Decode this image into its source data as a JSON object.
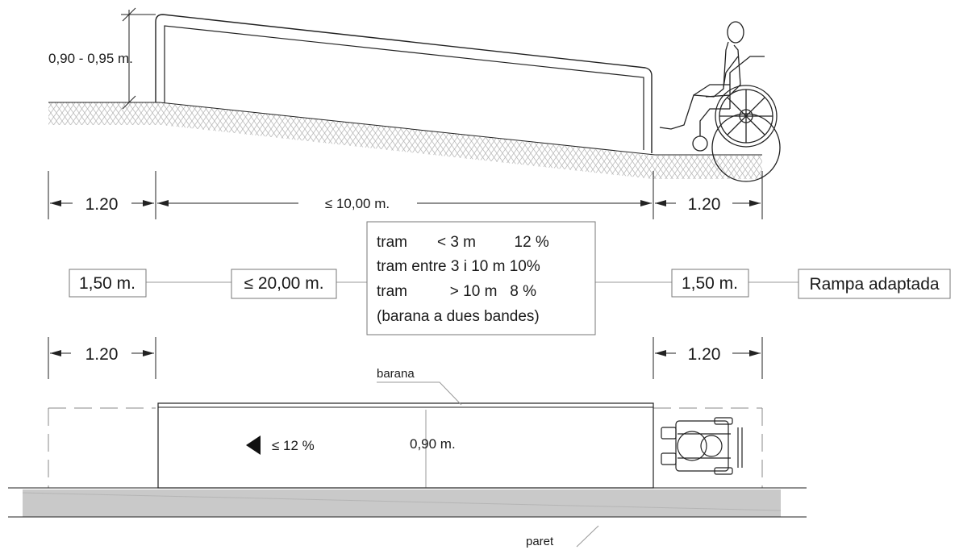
{
  "elevation": {
    "handrail_height": "0,90 - 0,95 m.",
    "landing_left": "1.20",
    "ramp_length": "≤ 10,00 m.",
    "landing_right": "1.20"
  },
  "spec": {
    "left_landing_width": "1,50 m.",
    "max_ramp_length": "≤ 20,00 m.",
    "slope_rules": [
      "tram       < 3 m         12 %",
      "tram entre 3 i 10 m 10%",
      "tram          > 10 m   8 %",
      "(barana a dues bandes)"
    ],
    "right_landing_width": "1,50 m.",
    "title": "Rampa adaptada"
  },
  "plan": {
    "landing_left": "1.20",
    "landing_right": "1.20",
    "handrail_label": "barana",
    "slope": "≤ 12 %",
    "width": "0,90 m.",
    "wall_label": "paret"
  }
}
